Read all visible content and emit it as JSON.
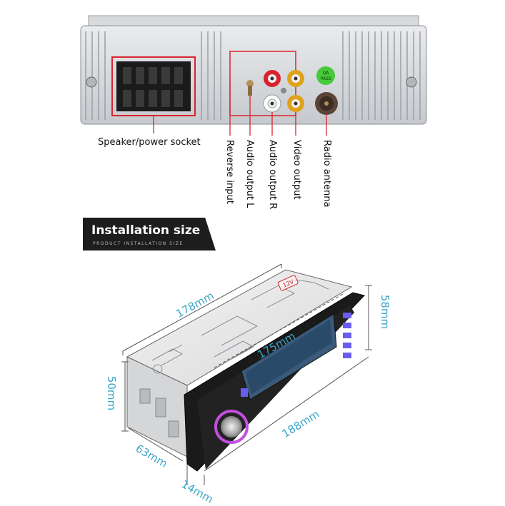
{
  "connectors": {
    "speaker_power": "Speaker/power socket",
    "reverse_input": "Reverse input",
    "audio_output_l": "Audio output L",
    "audio_output_r": "Audio output R",
    "video_output": "Video output",
    "radio_antenna": "Radio antenna",
    "antenna_badge_line1": "QA",
    "antenna_badge_line2": "PASS"
  },
  "installation": {
    "title": "Installation size",
    "subtitle": "PRODUCT INSTALLATION SIZE"
  },
  "dimensions": {
    "length_top": "178mm",
    "screen_width": "175mm",
    "height_front": "58mm",
    "height_side": "50mm",
    "depth": "63mm",
    "front_width": "188mm",
    "front_thickness": "14mm"
  },
  "device": {
    "voltage_label": "12V"
  },
  "colors": {
    "dimension_text": "#3aa6c8",
    "leader_line": "#d9232d",
    "banner_bg": "#1d1d1d",
    "knob_glow": "#c050e0",
    "button_glow": "#6a5cf0"
  }
}
